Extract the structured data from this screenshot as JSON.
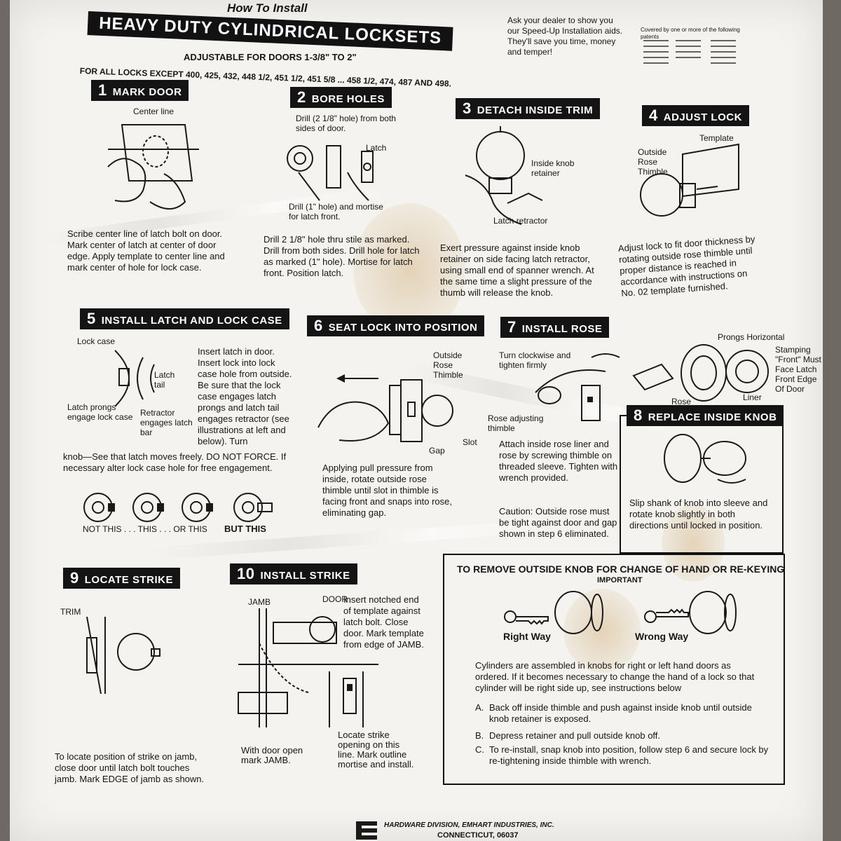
{
  "header": {
    "how_to": "How To Install",
    "title": "HEAVY DUTY CYLINDRICAL LOCKSETS",
    "adjustable": "ADJUSTABLE FOR DOORS 1-3/8\" TO 2\"",
    "for_all_locks": "FOR ALL LOCKS EXCEPT 400, 425, 432, 448 1/2, 451 1/2, 451 5/8 ... 458 1/2, 474, 487 AND 498.",
    "dealer_note": "Ask your dealer to show you our Speed-Up Installation aids. They'll save you time, money and temper!",
    "patents": "Covered by one or more of the following patents"
  },
  "steps": [
    {
      "num": "1",
      "title": "MARK DOOR",
      "labels": [
        "Center line"
      ],
      "text": "Scribe center line of latch bolt on door. Mark center of latch at center of door edge. Apply template to center line and mark center of hole for lock case."
    },
    {
      "num": "2",
      "title": "BORE HOLES",
      "labels": [
        "Drill (2 1/8\" hole) from both sides of door.",
        "Latch",
        "Drill (1\" hole) and mortise for latch front."
      ],
      "text": "Drill 2 1/8\" hole thru stile as marked. Drill from both sides. Drill hole for latch as marked (1\" hole). Mortise for latch front. Position latch."
    },
    {
      "num": "3",
      "title": "DETACH INSIDE TRIM",
      "labels": [
        "Inside knob retainer",
        "Latch retractor"
      ],
      "text": "Exert pressure against inside knob retainer on side facing latch retractor, using small end of spanner wrench. At the same time a slight pressure of the thumb will release the knob."
    },
    {
      "num": "4",
      "title": "ADJUST LOCK",
      "labels": [
        "Template",
        "Outside Rose Thimble"
      ],
      "text": "Adjust lock to fit door thickness by rotating outside rose thimble until proper distance is reached in accordance with instructions on No. 02 template furnished."
    },
    {
      "num": "5",
      "title": "INSTALL LATCH AND LOCK CASE",
      "labels": [
        "Lock case",
        "Latch tail",
        "Latch prongs engage lock case",
        "Retractor engages latch bar"
      ],
      "text": "Insert latch in door. Insert lock into lock case hole from outside. Be sure that the lock case engages latch prongs and latch tail engages retractor (see illustrations at left and below). Turn",
      "text2": "knob—See that latch moves freely. DO NOT FORCE. If necessary alter lock case hole for free engagement.",
      "ring_labels": [
        "NOT THIS . . . THIS . . . OR THIS",
        "BUT THIS"
      ]
    },
    {
      "num": "6",
      "title": "SEAT LOCK INTO POSITION",
      "labels": [
        "Outside Rose Thimble",
        "Gap",
        "Slot"
      ],
      "text": "Applying pull pressure from inside, rotate outside rose thimble until slot in thimble is facing front and snaps into rose, eliminating gap."
    },
    {
      "num": "7",
      "title": "INSTALL ROSE",
      "labels": [
        "Turn clockwise and tighten firmly",
        "Rose adjusting thimble",
        "Prongs Horizontal",
        "Stamping \"Front\" Must Face Latch Front Edge Of Door",
        "Rose",
        "Liner"
      ],
      "text": "Attach inside rose liner and rose by screwing thimble on threaded sleeve. Tighten with wrench provided.",
      "caution": "Caution: Outside rose must be tight against door and gap shown in step 6 eliminated."
    },
    {
      "num": "8",
      "title": "REPLACE INSIDE KNOB",
      "labels": [],
      "text": "Slip shank of knob into sleeve and rotate knob slightly in both directions until locked in position."
    },
    {
      "num": "9",
      "title": "LOCATE STRIKE",
      "labels": [
        "TRIM"
      ],
      "text": "To locate position of strike on jamb, close door until latch bolt touches jamb. Mark EDGE of jamb as shown."
    },
    {
      "num": "10",
      "title": "INSTALL STRIKE",
      "labels": [
        "JAMB",
        "DOOR",
        "With door open mark JAMB.",
        "Locate strike opening on this line. Mark outline mortise and install."
      ],
      "text": "Insert notched end of template against latch bolt. Close door. Mark template from edge of JAMB."
    }
  ],
  "remove_box": {
    "title": "TO REMOVE OUTSIDE KNOB FOR CHANGE OF HAND OR RE-KEYING",
    "important": "IMPORTANT",
    "right_way": "Right Way",
    "wrong_way": "Wrong Way",
    "intro": "Cylinders are assembled in knobs for right or left hand doors as ordered. If it becomes necessary to change the hand of a lock so that cylinder will be right side up, see instructions below",
    "items": [
      {
        "letter": "A.",
        "text": "Back off inside thimble and push against inside knob until outside knob retainer is exposed."
      },
      {
        "letter": "B.",
        "text": "Depress retainer and pull outside knob off."
      },
      {
        "letter": "C.",
        "text": "To re-install, snap knob into position, follow step 6 and secure lock by re-tightening inside thimble with wrench."
      }
    ]
  },
  "footer": {
    "division": "HARDWARE DIVISION, EMHART INDUSTRIES, INC.",
    "city": "CONNECTICUT, 06037"
  }
}
